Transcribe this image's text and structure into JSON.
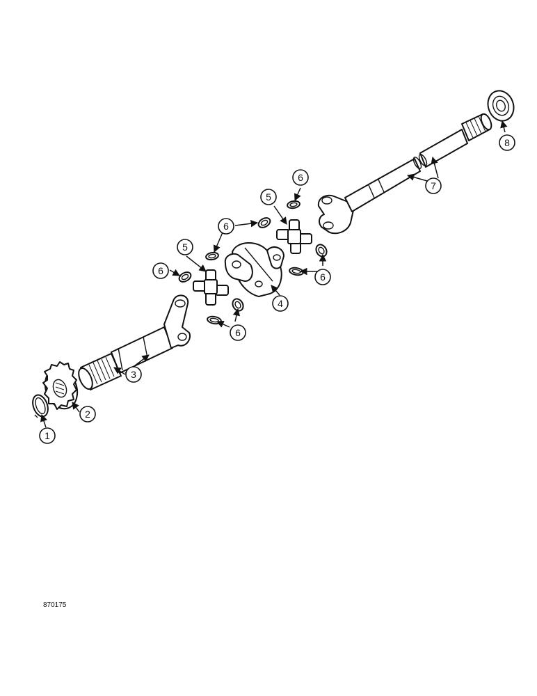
{
  "figure_ref": "870175",
  "callouts": {
    "c1": "1",
    "c2": "2",
    "c3": "3",
    "c4": "4",
    "c5a": "5",
    "c5b": "5",
    "c6a": "6",
    "c6b": "6",
    "c6c": "6",
    "c6d": "6",
    "c6e": "6",
    "c6f": "6",
    "c7": "7",
    "c8": "8"
  },
  "colors": {
    "line": "#111111",
    "background": "#ffffff"
  }
}
